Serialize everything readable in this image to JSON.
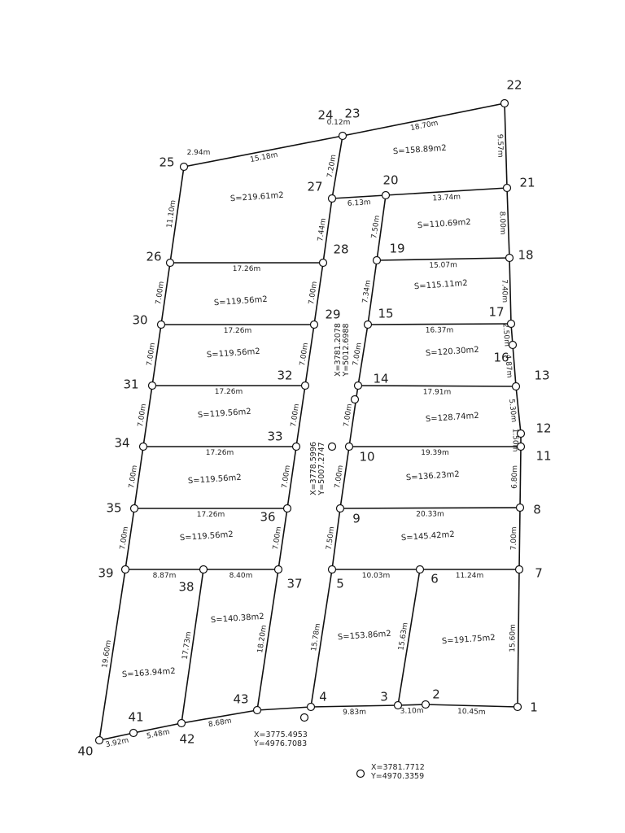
{
  "points": [
    {
      "id": "1",
      "label": "1"
    },
    {
      "id": "2",
      "label": "2"
    },
    {
      "id": "3",
      "label": "3"
    },
    {
      "id": "4",
      "label": "4"
    },
    {
      "id": "5",
      "label": "5"
    },
    {
      "id": "6",
      "label": "6"
    },
    {
      "id": "7",
      "label": "7"
    },
    {
      "id": "8",
      "label": "8"
    },
    {
      "id": "9",
      "label": "9"
    },
    {
      "id": "10",
      "label": "10"
    },
    {
      "id": "11",
      "label": "11"
    },
    {
      "id": "12",
      "label": "12"
    },
    {
      "id": "13",
      "label": "13"
    },
    {
      "id": "14",
      "label": "14"
    },
    {
      "id": "15",
      "label": "15"
    },
    {
      "id": "16",
      "label": "16"
    },
    {
      "id": "17",
      "label": "17"
    },
    {
      "id": "18",
      "label": "18"
    },
    {
      "id": "19",
      "label": "19"
    },
    {
      "id": "20",
      "label": "20"
    },
    {
      "id": "21",
      "label": "21"
    },
    {
      "id": "22",
      "label": "22"
    },
    {
      "id": "23",
      "label": "23"
    },
    {
      "id": "24",
      "label": "24"
    },
    {
      "id": "25",
      "label": "25"
    },
    {
      "id": "26",
      "label": "26"
    },
    {
      "id": "27",
      "label": "27"
    },
    {
      "id": "28",
      "label": "28"
    },
    {
      "id": "29",
      "label": "29"
    },
    {
      "id": "30",
      "label": "30"
    },
    {
      "id": "31",
      "label": "31"
    },
    {
      "id": "32",
      "label": "32"
    },
    {
      "id": "33",
      "label": "33"
    },
    {
      "id": "34",
      "label": "34"
    },
    {
      "id": "35",
      "label": "35"
    },
    {
      "id": "36",
      "label": "36"
    },
    {
      "id": "37",
      "label": "37"
    },
    {
      "id": "38",
      "label": "38"
    },
    {
      "id": "39",
      "label": "39"
    },
    {
      "id": "40",
      "label": "40"
    },
    {
      "id": "41",
      "label": "41"
    },
    {
      "id": "42",
      "label": "42"
    },
    {
      "id": "43",
      "label": "43"
    }
  ],
  "segments": [
    {
      "from": "25",
      "to": "23",
      "length": "15.18m"
    },
    {
      "from": "23",
      "to": "22",
      "length": "18.70m"
    },
    {
      "from": "22",
      "to": "21",
      "length": "9.57m"
    },
    {
      "from": "21",
      "to": "18",
      "length": "8.00m"
    },
    {
      "from": "18",
      "to": "17",
      "length": "7.40m"
    },
    {
      "from": "17",
      "to": "16",
      "length": "2.50m"
    },
    {
      "from": "16",
      "to": "13",
      "length": "4.87m"
    },
    {
      "from": "13",
      "to": "12",
      "length": "5.30m"
    },
    {
      "from": "12",
      "to": "11",
      "length": "1.50m"
    },
    {
      "from": "11",
      "to": "8",
      "length": "6.80m"
    },
    {
      "from": "8",
      "to": "7",
      "length": "7.00m"
    },
    {
      "from": "7",
      "to": "1",
      "length": "15.60m"
    },
    {
      "from": "1",
      "to": "2",
      "length": "10.45m"
    },
    {
      "from": "2",
      "to": "3",
      "length": "3.10m"
    },
    {
      "from": "3",
      "to": "4",
      "length": "9.83m"
    },
    {
      "from": "4",
      "to": "43",
      "length": ""
    },
    {
      "from": "43",
      "to": "42",
      "length": "8.68m"
    },
    {
      "from": "42",
      "to": "41",
      "length": "5.48m"
    },
    {
      "from": "41",
      "to": "40",
      "length": "3.92m"
    },
    {
      "from": "40",
      "to": "39",
      "length": "19.60m"
    },
    {
      "from": "39",
      "to": "35",
      "length": "7.00m"
    },
    {
      "from": "35",
      "to": "34",
      "length": "7.00m"
    },
    {
      "from": "34",
      "to": "31",
      "length": "7.00m"
    },
    {
      "from": "31",
      "to": "30",
      "length": "7.00m"
    },
    {
      "from": "30",
      "to": "26",
      "length": "7.00m"
    },
    {
      "from": "26",
      "to": "25",
      "length": "11.10m"
    },
    {
      "from": "23",
      "to": "27",
      "length": "7.20m"
    },
    {
      "from": "27",
      "to": "28",
      "length": "7.44m"
    },
    {
      "from": "28",
      "to": "29",
      "length": "7.00m"
    },
    {
      "from": "29",
      "to": "32",
      "length": "7.00m"
    },
    {
      "from": "32",
      "to": "33",
      "length": "7.00m"
    },
    {
      "from": "33",
      "to": "36",
      "length": "7.00m"
    },
    {
      "from": "36",
      "to": "37",
      "length": "7.00m"
    },
    {
      "from": "37",
      "to": "43",
      "length": "18.20m"
    },
    {
      "from": "20",
      "to": "19",
      "length": "7.50m"
    },
    {
      "from": "19",
      "to": "15",
      "length": "7.34m"
    },
    {
      "from": "15",
      "to": "14",
      "length": "7.00m"
    },
    {
      "from": "14",
      "to": "10",
      "length": "7.00m"
    },
    {
      "from": "10",
      "to": "9",
      "length": "7.00m"
    },
    {
      "from": "9",
      "to": "5",
      "length": "7.50m"
    },
    {
      "from": "5",
      "to": "4",
      "length": "15.78m"
    },
    {
      "from": "6",
      "to": "3",
      "length": "15.63m"
    },
    {
      "from": "38",
      "to": "42",
      "length": "17.73m"
    },
    {
      "from": "27",
      "to": "20",
      "length": "6.13m"
    },
    {
      "from": "20",
      "to": "21",
      "length": "13.74m"
    },
    {
      "from": "26",
      "to": "28",
      "length": "17.26m"
    },
    {
      "from": "30",
      "to": "29",
      "length": "17.26m"
    },
    {
      "from": "31",
      "to": "32",
      "length": "17.26m"
    },
    {
      "from": "34",
      "to": "33",
      "length": "17.26m"
    },
    {
      "from": "35",
      "to": "36",
      "length": "17.26m"
    },
    {
      "from": "39",
      "to": "38",
      "length": "8.87m"
    },
    {
      "from": "38",
      "to": "37",
      "length": "8.40m"
    },
    {
      "from": "19",
      "to": "18",
      "length": "15.07m"
    },
    {
      "from": "15",
      "to": "17",
      "length": "16.37m"
    },
    {
      "from": "14",
      "to": "13",
      "length": "17.91m"
    },
    {
      "from": "10",
      "to": "11",
      "length": "19.39m"
    },
    {
      "from": "9",
      "to": "8",
      "length": "20.33m"
    },
    {
      "from": "5",
      "to": "6",
      "length": "10.03m"
    },
    {
      "from": "6",
      "to": "7",
      "length": "11.24m"
    }
  ],
  "short_lengths": [
    {
      "text": "2.94m",
      "near": "25"
    },
    {
      "text": "0.12m",
      "near": "24"
    }
  ],
  "areas": [
    {
      "id": "a1",
      "text": "S=219.61m2"
    },
    {
      "id": "a2",
      "text": "S=119.56m2"
    },
    {
      "id": "a3",
      "text": "S=119.56m2"
    },
    {
      "id": "a4",
      "text": "S=119.56m2"
    },
    {
      "id": "a5",
      "text": "S=119.56m2"
    },
    {
      "id": "a6",
      "text": "S=119.56m2"
    },
    {
      "id": "a7",
      "text": "S=163.94m2"
    },
    {
      "id": "a8",
      "text": "S=140.38m2"
    },
    {
      "id": "a9",
      "text": "S=158.89m2"
    },
    {
      "id": "a10",
      "text": "S=110.69m2"
    },
    {
      "id": "a11",
      "text": "S=115.11m2"
    },
    {
      "id": "a12",
      "text": "S=120.30m2"
    },
    {
      "id": "a13",
      "text": "S=128.74m2"
    },
    {
      "id": "a14",
      "text": "S=136.23m2"
    },
    {
      "id": "a15",
      "text": "S=145.42m2"
    },
    {
      "id": "a16",
      "text": "S=153.86m2"
    },
    {
      "id": "a17",
      "text": "S=191.75m2"
    }
  ],
  "benchmarks": [
    {
      "id": "b1",
      "x": "X=3781.2078",
      "y": "Y=5012.6988",
      "orientation": "vertical"
    },
    {
      "id": "b2",
      "x": "X=3778.5996",
      "y": "Y=5007.2747",
      "orientation": "vertical"
    },
    {
      "id": "b3",
      "x": "X=3775.4953",
      "y": "Y=4976.7083",
      "orientation": "horizontal"
    },
    {
      "id": "b4",
      "x": "X=3781.7712",
      "y": "Y=4970.3359",
      "orientation": "horizontal"
    }
  ]
}
